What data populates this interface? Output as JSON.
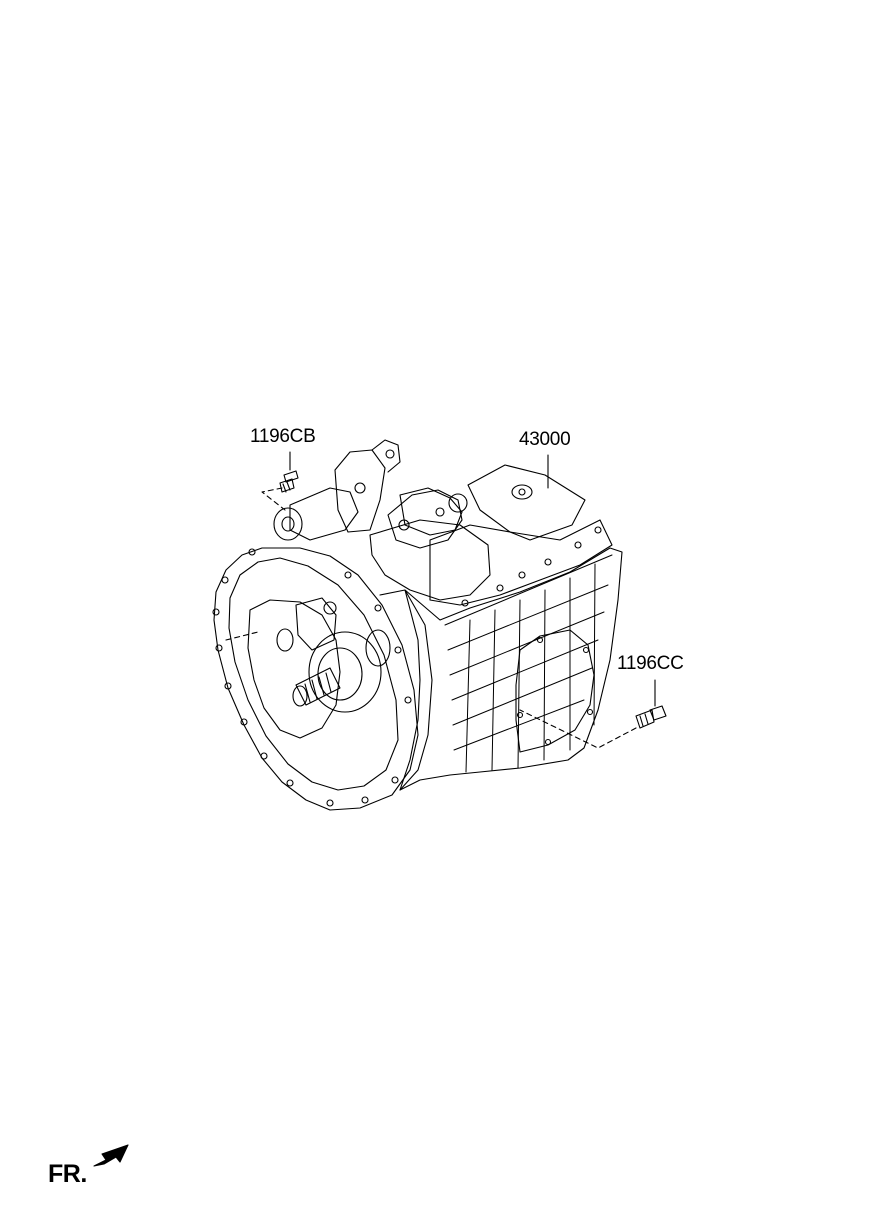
{
  "callouts": {
    "bolt_upper": "1196CB",
    "transmission_assy": "43000",
    "bolt_lower": "1196CC"
  },
  "direction": {
    "label": "FR.",
    "icon": "front-direction-arrow-icon"
  },
  "colors": {
    "line": "#000000",
    "background": "#ffffff"
  }
}
